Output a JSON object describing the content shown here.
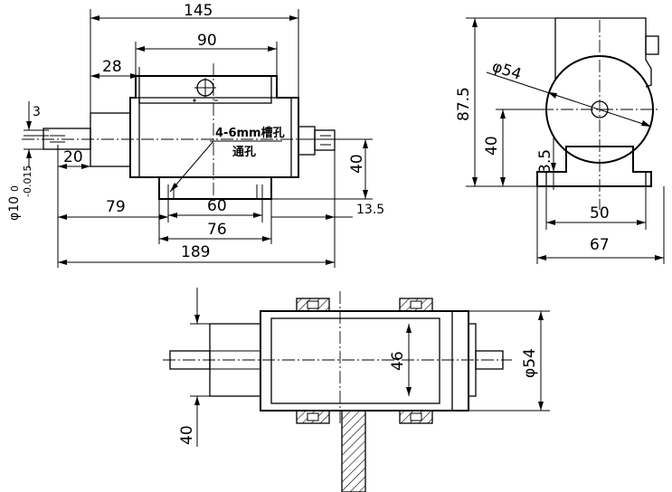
{
  "dimensions": {
    "d145": "145",
    "d90": "90",
    "d28": "28",
    "d3": "3",
    "d20": "20",
    "d40_front": "40",
    "d13_5": "13.5",
    "d79": "79",
    "d60": "60",
    "d76": "76",
    "d189": "189",
    "d_phi10": "φ10",
    "d_tol_upper": "0",
    "d_tol_lower": "-0.015",
    "d_phi54_side": "φ54",
    "d87_5": "87.5",
    "d40_side": "40",
    "d3_5": "3.5",
    "d50": "50",
    "d67": "67",
    "d46": "46",
    "d_phi54_top": "φ54",
    "d40_top": "40"
  },
  "notes": {
    "slot_holes": "4-6mm槽孔",
    "through_hole": "通孔"
  }
}
